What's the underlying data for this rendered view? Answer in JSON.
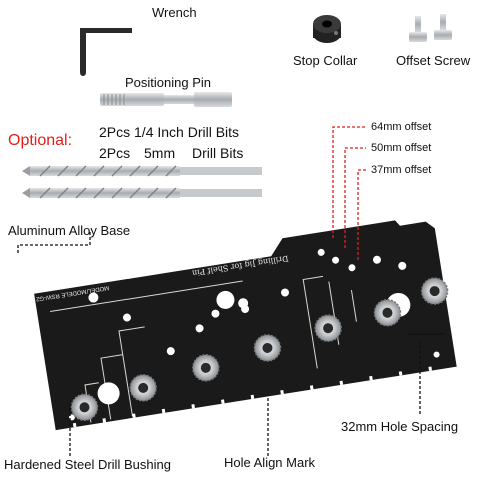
{
  "labels": {
    "wrench": "Wrench",
    "positioning_pin": "Positioning Pin",
    "stop_collar": "Stop Collar",
    "offset_screw": "Offset Screw",
    "optional": "Optional:",
    "bits_line1": "2Pcs 1/4 Inch Drill Bits",
    "bits_line2_qty": "2Pcs",
    "bits_line2_size": "5mm",
    "bits_line2_name": "Drill Bits",
    "offset_64": "64mm offset",
    "offset_50": "50mm offset",
    "offset_37": "37mm offset",
    "base": "Aluminum Alloy Base",
    "hole_spacing": "32mm Hole Spacing",
    "bushing": "Hardened Steel Drill Bushing",
    "align_mark": "Hole Align Mark"
  },
  "jig_text": {
    "title": "Drilling Jig for Shelf Pin",
    "model": "MODEL/MODELE RSW-G2"
  },
  "colors": {
    "accent_red": "#e0201c",
    "jig_black": "#1a1a1a",
    "metal": "#b8bcc0"
  }
}
